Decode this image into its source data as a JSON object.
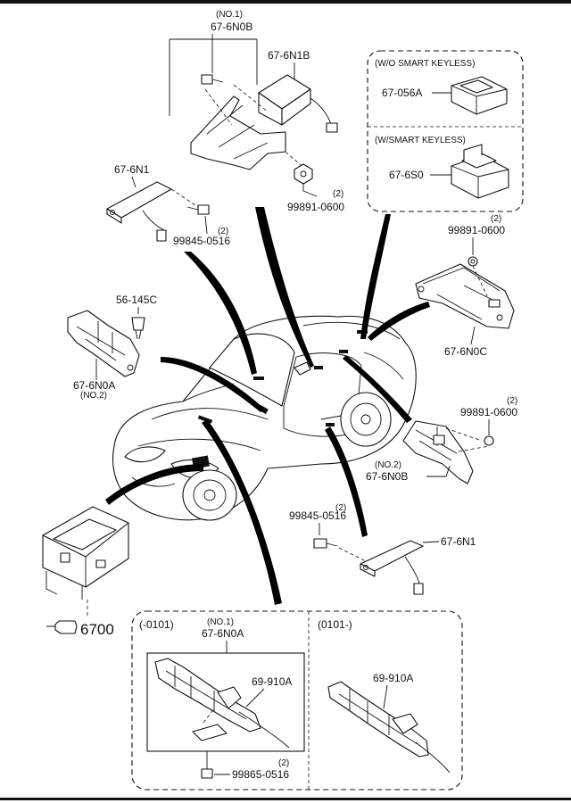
{
  "callouts": {
    "no1_top": "(NO.1)",
    "part_6N0B_top": "67-6N0B",
    "part_6N1B": "67-6N1B",
    "qty_99891_top": "(2)",
    "part_99891_top": "99891-0600",
    "part_6N1_left": "67-6N1",
    "qty_99845_left": "(2)",
    "part_99845_left": "99845-0516",
    "wo_smart_keyless": "(W/O SMART KEYLESS)",
    "part_056A": "67-056A",
    "w_smart_keyless": "(W/SMART KEYLESS)",
    "part_6S0": "67-6S0",
    "qty_99891_right": "(2)",
    "part_99891_right": "99891-0600",
    "part_6N0C": "67-6N0C",
    "part_145C": "56-145C",
    "part_6N0A_left": "67-6N0A",
    "no2_left": "(NO.2)",
    "qty_99891_mid": "(2)",
    "part_99891_mid": "99891-0600",
    "no2_right": "(NO.2)",
    "part_6N0B_right": "67-6N0B",
    "qty_99845_mid": "(2)",
    "part_99845_mid": "99845-0516",
    "part_6N1_right": "67-6N1",
    "ref_6700": "6700",
    "range_left": "(-0101)",
    "no1_bottom": "(NO.1)",
    "part_6N0A_bottom": "67-6N0A",
    "part_910A_left": "69-910A",
    "qty_99865": "(2)",
    "part_99865": "99865-0516",
    "range_right": "(0101-)",
    "part_910A_right": "69-910A"
  },
  "icons": {
    "reference_arrow": "pointing-hand-icon"
  }
}
